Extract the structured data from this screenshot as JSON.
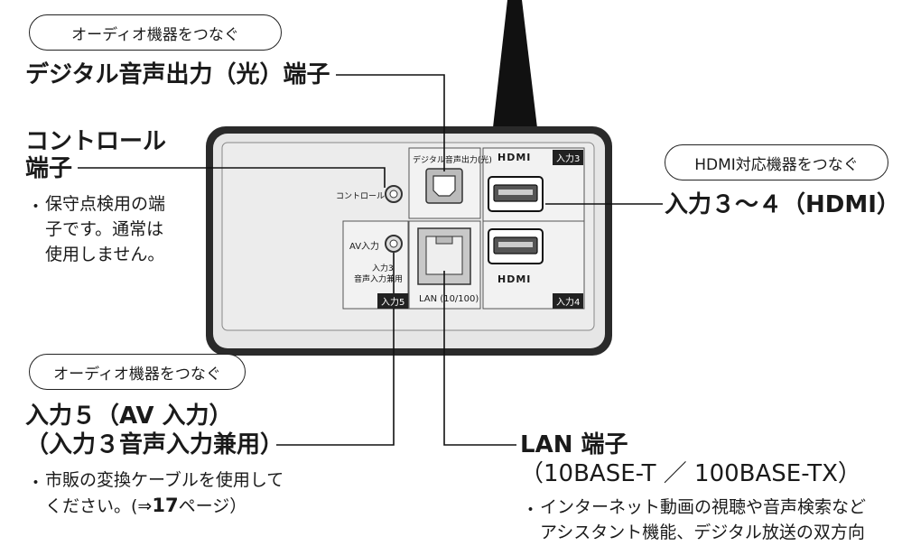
{
  "callouts": {
    "audio_top_pill": "オーディオ機器をつなぐ",
    "optical_title": "デジタル音声出力（光）端子",
    "control_title_line1": "コントロール",
    "control_title_line2": "端子",
    "control_note_bullet": "・",
    "control_note_line1": "保守点検用の端",
    "control_note_line2": "子です。通常は",
    "control_note_line3": "使用しません。",
    "hdmi_pill": "HDMI対応機器をつなぐ",
    "hdmi_title": "入力３～４（HDMI）",
    "audio_bottom_pill": "オーディオ機器をつなぐ",
    "av_title_line1": "入力５（AV 入力）",
    "av_title_line2": "（入力３音声入力兼用）",
    "av_note_bullet": "・",
    "av_note_line1": "市販の変換ケーブルを使用して",
    "av_note_line2": "ください。(⇒",
    "av_note_page": "17",
    "av_note_line2_end": "ページ）",
    "lan_title_line1": "LAN 端子",
    "lan_title_line2": "（10BASE-T ／ 100BASE-TX）",
    "lan_note_bullet": "・",
    "lan_note_line1": "インターネット動画の視聴や音声検索など",
    "lan_note_line2": "アシスタント機能、デジタル放送の双方向"
  },
  "panel": {
    "control_label": "コントロール",
    "av_label": "AV入力",
    "av_sub1": "入力3",
    "av_sub2": "音声入力兼用",
    "input5_tag": "入力5",
    "optical_label": "デジタル音声出力(光)",
    "lan_label": "LAN (10/100)",
    "hdmi_logo_top": "HDMI",
    "hdmi_logo_bottom": "HDMI",
    "input3_tag": "入力3",
    "input4_tag": "入力4"
  }
}
